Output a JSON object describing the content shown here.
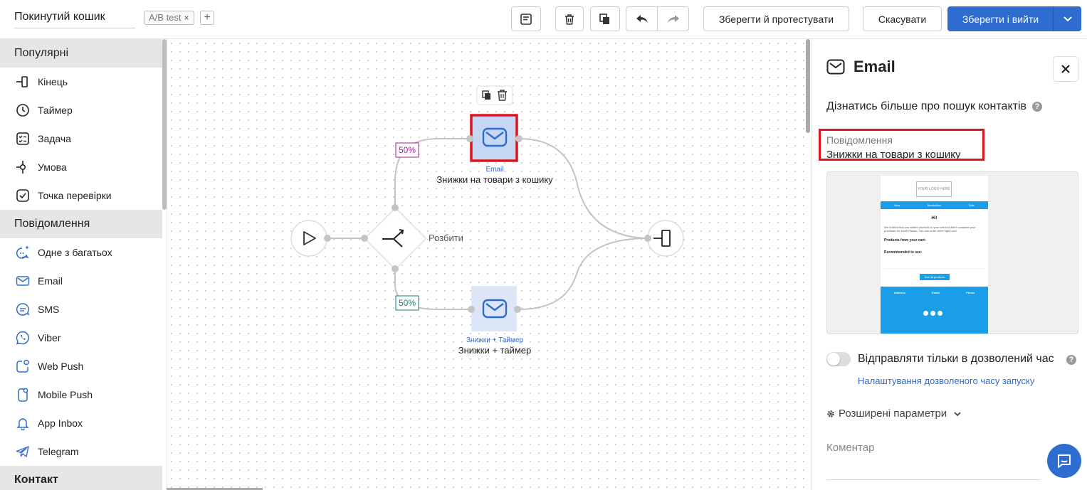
{
  "topbar": {
    "title": "Покинутий кошик",
    "tag": "A/B test",
    "tag_close": "×",
    "tag_add": "+",
    "save_test": "Зберегти й протестувати",
    "cancel": "Скасувати",
    "save_exit": "Зберегти і вийти"
  },
  "sidebar": {
    "popular_title": "Популярні",
    "popular": [
      "Кінець",
      "Таймер",
      "Задача",
      "Умова",
      "Точка перевірки"
    ],
    "messages_title": "Повідомлення",
    "messages": [
      "Одне з багатьох",
      "Email",
      "SMS",
      "Viber",
      "Web Push",
      "Mobile Push",
      "App Inbox",
      "Telegram"
    ],
    "contact_title": "Контакт"
  },
  "canvas": {
    "split_label": "Розбити",
    "pct_top": "50%",
    "pct_bottom": "50%",
    "node_top_type": "Email",
    "node_top_name": "Знижки на товари з кошику",
    "node_bottom_type": "Знижки + Таймер",
    "node_bottom_name": "Знижки + таймер"
  },
  "panel": {
    "title": "Email",
    "learn_more": "Дізнатись більше про пошук контактів",
    "help": "?",
    "message_label": "Повідомлення",
    "message_value": "Знижки на товари з кошику",
    "preview": {
      "logo": "YOUR LOGO HERE",
      "nav": [
        "New",
        "Bestsellers",
        "Sale"
      ],
      "greeting": "Hi!",
      "body": "We noticed that you added products to your cart but didn't complete your purchase for some reason. You can order them right now!",
      "products": "Products from your cart:",
      "recommended": "Recommended to see:",
      "button": "See all products",
      "footer_cols": [
        "Address",
        "Email",
        "Phone"
      ]
    },
    "toggle_label": "Відправляти тільки в дозволений час",
    "link": "Налаштування дозволеного часу запуску",
    "advanced": "Розширені параметри",
    "comment": "Коментар"
  },
  "colors": {
    "accent": "#2f6ccf",
    "highlight": "#e0141e",
    "pct_top": "#a0209a",
    "pct_bottom": "#1a7a7a"
  }
}
